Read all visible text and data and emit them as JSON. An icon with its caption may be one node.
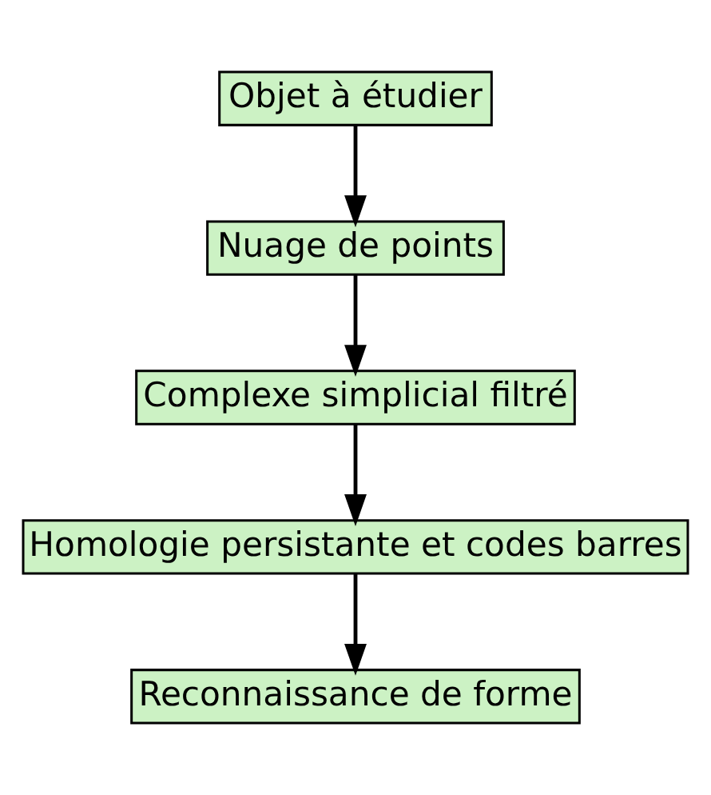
{
  "diagram": {
    "nodes": [
      {
        "text": [
          "Objet à étudier"
        ]
      },
      {
        "text": [
          "Nuage de points"
        ]
      },
      {
        "text": [
          "Complexe simplicial filtré"
        ]
      },
      {
        "text": [
          "Homologie persistante et codes barres"
        ]
      },
      {
        "text": [
          "Reconnaissance de forme"
        ]
      }
    ],
    "edges": [
      {
        "from": 0,
        "to": 1,
        "arrow": "to"
      },
      {
        "from": 1,
        "to": 2,
        "arrow": "to"
      },
      {
        "from": 2,
        "to": 3,
        "arrow": "to"
      },
      {
        "from": 3,
        "to": 4,
        "arrow": "to"
      }
    ]
  }
}
